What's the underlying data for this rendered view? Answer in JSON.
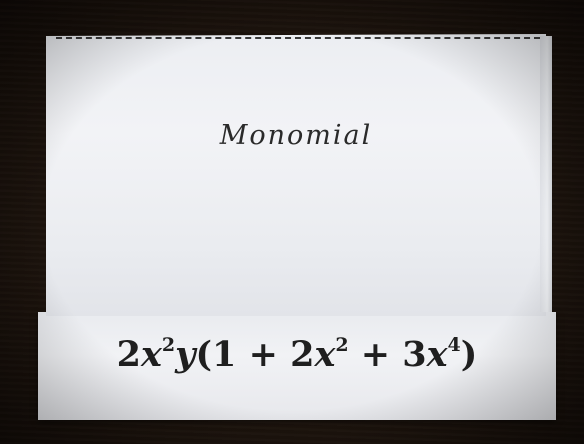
{
  "card": {
    "front_label": "Monomial",
    "expression": {
      "coef": "2",
      "var1": "x",
      "exp1": "2",
      "var2": "y",
      "open": "(",
      "term1": "1",
      "plus1": " + ",
      "coef2": "2",
      "var3": "x",
      "exp2": "2",
      "plus2": " + ",
      "coef3": "3",
      "var4": "x",
      "exp3": "4",
      "close": ")"
    }
  },
  "colors": {
    "paper": "#f0f1f4",
    "ink": "#222222",
    "table": "#1d140d"
  }
}
